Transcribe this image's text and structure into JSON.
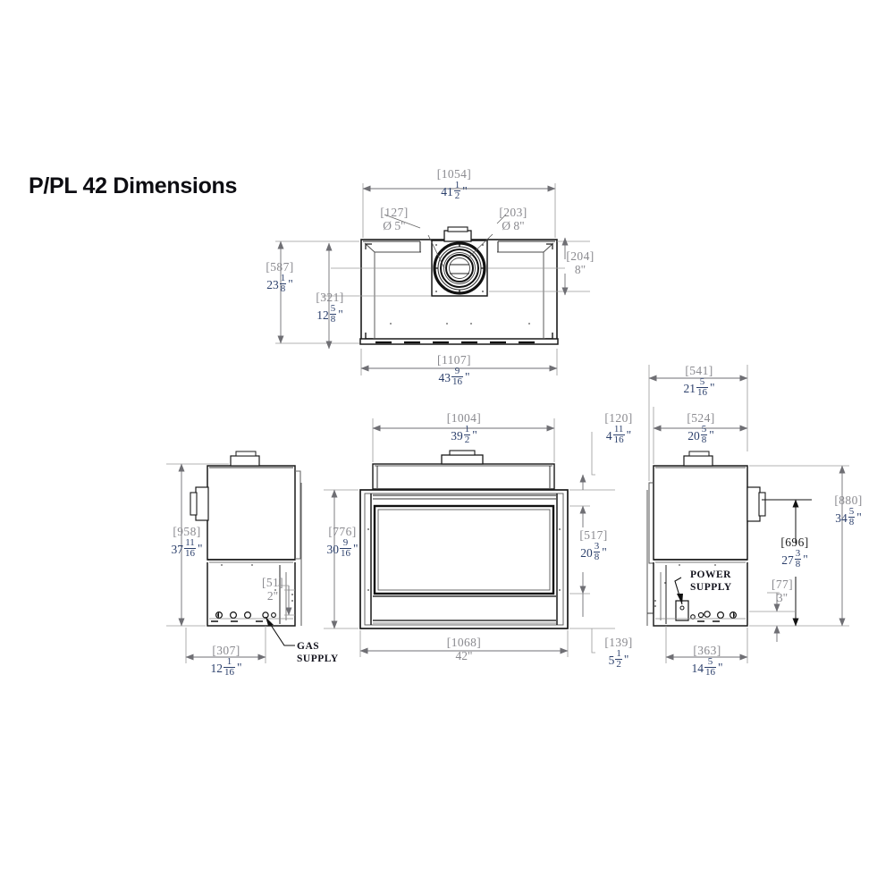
{
  "title": "P/PL 42 Dimensions",
  "drawing": {
    "type": "technical-dimension-drawing",
    "product": "P/PL 42 fireplace",
    "units": {
      "bracket": "mm",
      "plain": "inch"
    },
    "views": [
      "top-view",
      "left-side-view",
      "front-view",
      "right-side-view"
    ]
  },
  "top_view": {
    "name": "top-view",
    "dims": {
      "width_inner": {
        "mm": "[1054]",
        "whole": "41",
        "num": "1",
        "den": "2",
        "unit": "\""
      },
      "width_outer": {
        "mm": "[1107]",
        "whole": "43",
        "num": "9",
        "den": "16",
        "unit": "\""
      },
      "depth_total": {
        "mm": "[587]",
        "whole": "23",
        "num": "1",
        "den": "8",
        "unit": "\""
      },
      "depth_flue": {
        "mm": "[321]",
        "whole": "12",
        "num": "5",
        "den": "8",
        "unit": "\""
      },
      "offset_right": {
        "mm": "[204]",
        "plain": "8\""
      },
      "flue_inner": {
        "mm": "[127]",
        "plain": "Ø 5\""
      },
      "flue_outer": {
        "mm": "[203]",
        "plain": "Ø 8\""
      }
    }
  },
  "left_view": {
    "name": "left-side-view",
    "dims": {
      "height_total": {
        "mm": "[958]",
        "whole": "37",
        "num": "11",
        "den": "16",
        "unit": "\""
      },
      "base_depth": {
        "mm": "[307]",
        "whole": "12",
        "num": "1",
        "den": "16",
        "unit": "\""
      },
      "gas_offset": {
        "mm": "[51]",
        "plain": "2\""
      }
    },
    "labels": {
      "gas_supply_line1": "GAS",
      "gas_supply_line2": "SUPPLY"
    }
  },
  "front_view": {
    "name": "front-view",
    "dims": {
      "width_inner": {
        "mm": "[1004]",
        "whole": "39",
        "num": "1",
        "den": "2",
        "unit": "\""
      },
      "width_outer": {
        "mm": "[1068]",
        "plain": "42\""
      },
      "height_body": {
        "mm": "[776]",
        "whole": "30",
        "num": "9",
        "den": "16",
        "unit": "\""
      },
      "glass_height": {
        "mm": "[517]",
        "whole": "20",
        "num": "3",
        "den": "8",
        "unit": "\""
      },
      "top_offset": {
        "mm": "[120]",
        "whole": "4",
        "num": "11",
        "den": "16",
        "unit": "\""
      },
      "bottom_offset": {
        "mm": "[139]",
        "whole": "5",
        "num": "1",
        "den": "2",
        "unit": "\""
      }
    }
  },
  "right_view": {
    "name": "right-side-view",
    "dims": {
      "depth_outer": {
        "mm": "[541]",
        "whole": "21",
        "num": "5",
        "den": "16",
        "unit": "\""
      },
      "depth_inner": {
        "mm": "[524]",
        "whole": "20",
        "num": "5",
        "den": "8",
        "unit": "\""
      },
      "base_depth": {
        "mm": "[363]",
        "whole": "14",
        "num": "5",
        "den": "16",
        "unit": "\""
      },
      "height_total": {
        "mm": "[880]",
        "whole": "34",
        "num": "5",
        "den": "8",
        "unit": "\""
      },
      "height_vent": {
        "mm": "[696]",
        "whole": "27",
        "num": "3",
        "den": "8",
        "unit": "\""
      },
      "power_offset": {
        "mm": "[77]",
        "plain": "3\""
      }
    },
    "labels": {
      "power_supply_line1": "POWER",
      "power_supply_line2": "SUPPLY"
    }
  },
  "colors": {
    "mm_gray": "#8a8a8f",
    "inch_blue": "#2b3f6b",
    "line_black": "#1a1a1a",
    "line_gray": "#9a9a9a",
    "title_black": "#0d0d12"
  }
}
